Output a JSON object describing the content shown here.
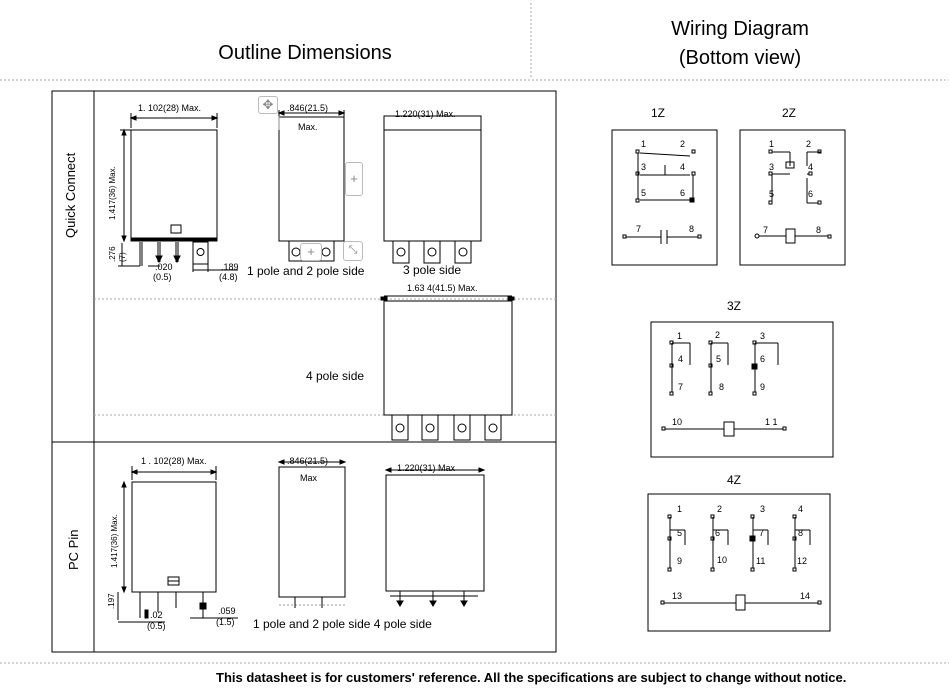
{
  "header": {
    "outline_title": "Outline Dimensions",
    "wiring_title_1": "Wiring Diagram",
    "wiring_title_2": "(Bottom view)"
  },
  "row_labels": {
    "quick_connect": "Quick Connect",
    "pc_pin": "PC Pin"
  },
  "quick_connect": {
    "width_dim": "1. 102(28) Max.",
    "height_dim": "1.417(36) Max.",
    "pin_dim_a": ".276",
    "pin_dim_a_mm": "(7)",
    "pin_dim_b": ".020",
    "pin_dim_b_mm": "(0.5)",
    "pin_dim_c": ".189",
    "pin_dim_c_mm": "(4.8)",
    "side_width_dim": ".846(21.5)",
    "side_max": "Max.",
    "three_pole_dim": "1.220(31) Max.",
    "caption_12pole": "1 pole and 2 pole side",
    "caption_3pole": "3 pole side",
    "four_pole_dim": "1.63 4(41.5) Max.",
    "caption_4pole": "4 pole side"
  },
  "pc_pin": {
    "width_dim": "1 . 102(28)  Max.",
    "height_dim": "1.417(36) Max.",
    "pin_dim_a": ".197",
    "pin_dim_b": ".02",
    "pin_dim_b_mm": "(0.5)",
    "pin_dim_c": ".059",
    "pin_dim_c_mm": "(1.5)",
    "side_width_dim": ".846(21.5)",
    "side_max": "Max",
    "four_pole_dim": "1.220(31) Max",
    "caption": "1 pole and 2 pole side 4 pole side"
  },
  "wiring": {
    "z1": {
      "label": "1Z",
      "pins": [
        "1",
        "2",
        "3",
        "4",
        "5",
        "6",
        "7",
        "8"
      ]
    },
    "z2": {
      "label": "2Z",
      "pins": [
        "1",
        "2",
        "3",
        "4",
        "5",
        "6",
        "7",
        "8"
      ]
    },
    "z3": {
      "label": "3Z",
      "pins": [
        "1",
        "2",
        "3",
        "4",
        "5",
        "6",
        "7",
        "8",
        "9",
        "10",
        "1 1"
      ]
    },
    "z4": {
      "label": "4Z",
      "pins": [
        "1",
        "2",
        "3",
        "4",
        "5",
        "6",
        "7",
        "8",
        "9",
        "10",
        "11",
        "12",
        "13",
        "14"
      ]
    }
  },
  "footer": "This datasheet is for customers' reference. All the specifications are subject to change without notice."
}
